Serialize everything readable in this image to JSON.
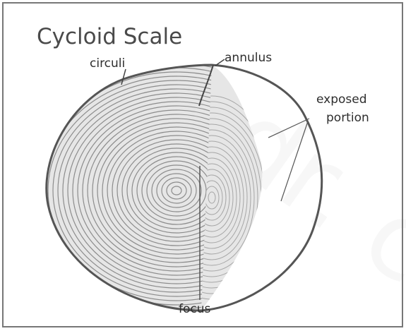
{
  "diagram": {
    "title": "Cycloid Scale",
    "labels": {
      "circuli": "circuli",
      "annulus": "annulus",
      "exposed_line1": "exposed",
      "exposed_line2": "portion",
      "focus": "focus"
    },
    "watermark": "ndr. c"
  },
  "colors": {
    "border": "#777777",
    "scale_outline": "#555555",
    "ring": "#8c8c8c",
    "text": "#2e2e2e"
  }
}
